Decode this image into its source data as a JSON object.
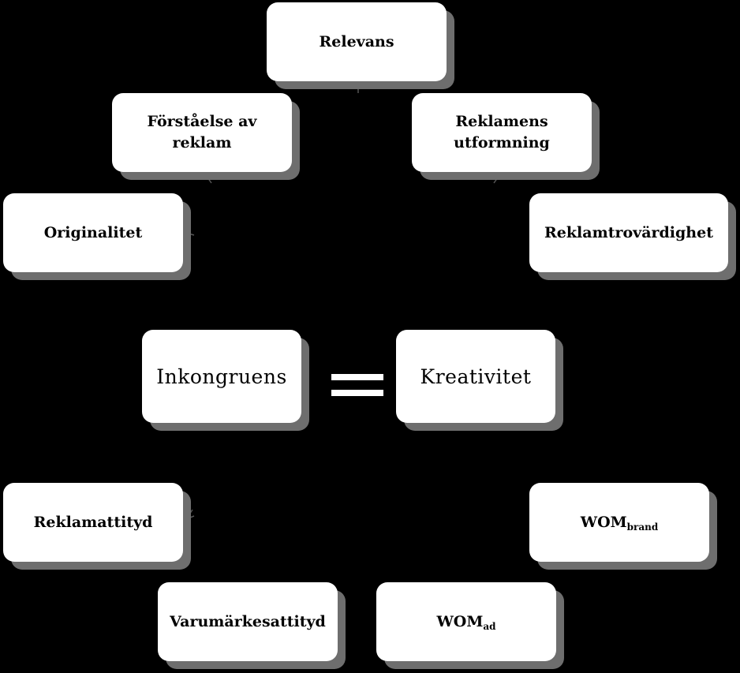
{
  "nodes": {
    "relevans": "Relevans",
    "forstaelse": "Förståelse av reklam",
    "reklamens_utformning": "Reklamens utformning",
    "originalitet": "Originalitet",
    "reklamtrovardighet": "Reklamtrovärdighet",
    "inkongruens": "Inkongruens",
    "kreativitet": "Kreativitet",
    "reklamattityd": "Reklamattityd",
    "varumarkesattityd": "Varumärkesattityd",
    "wom_brand": {
      "base": "WOM",
      "sub": "brand"
    },
    "wom_ad": {
      "base": "WOM",
      "sub": "ad"
    }
  },
  "colors": {
    "background": "#000000",
    "node_fill": "#ffffff",
    "node_shadow": "#6e6e6e",
    "connector": "#555555"
  }
}
